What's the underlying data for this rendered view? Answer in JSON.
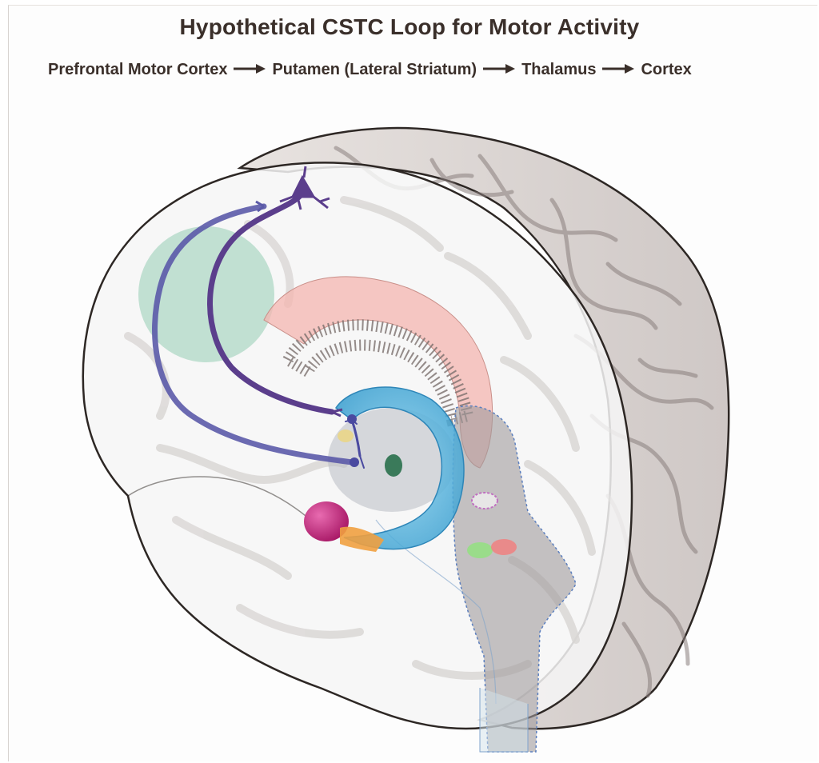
{
  "title": "Hypothetical CSTC Loop for Motor Activity",
  "pathway": {
    "steps": [
      "Prefrontal Motor Cortex",
      "Putamen (Lateral Striatum)",
      "Thalamus",
      "Cortex"
    ]
  },
  "colors": {
    "text": "#3a2f2a",
    "pathway_purple": "#5b3e8c",
    "striatum_blue": "#4fb3e0",
    "corpus_callosum_pink": "#f4b6b0",
    "motor_cortex_green": "#7fc4a4",
    "amygdala_magenta": "#c8277e"
  }
}
